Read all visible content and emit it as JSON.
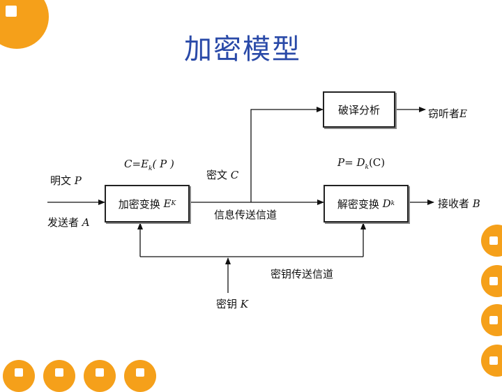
{
  "title": "加密模型",
  "boxes": {
    "encrypt": {
      "text": "加密变换",
      "var": "E",
      "sub": "K"
    },
    "decrypt": {
      "text": "解密变换",
      "var": "D",
      "sub": "k"
    },
    "analysis": {
      "text": "破译分析"
    }
  },
  "labels": {
    "plaintext_text": "明文",
    "plaintext_var": "P",
    "sender_text": "发送者",
    "sender_var": "A",
    "encrypt_formula_lhs": "C",
    "encrypt_formula_eq": "=",
    "encrypt_formula_fn": "E",
    "encrypt_formula_sub": "k",
    "encrypt_formula_arg": "( P )",
    "ciphertext_text": "密文",
    "ciphertext_var": "C",
    "decrypt_formula_lhs": "P",
    "decrypt_formula_eq": "=",
    "decrypt_formula_fn": "D",
    "decrypt_formula_sub": "k",
    "decrypt_formula_arg": "(C)",
    "channel": "信息传送信道",
    "eavesdropper_text": "窃听者",
    "eavesdropper_var": "E",
    "receiver_text": "接收者",
    "receiver_var": "B",
    "key_channel": "密钥传送信道",
    "key_text": "密钥",
    "key_var": "K"
  },
  "colors": {
    "accent": "#f5a01a",
    "title": "#2a4aa8"
  }
}
